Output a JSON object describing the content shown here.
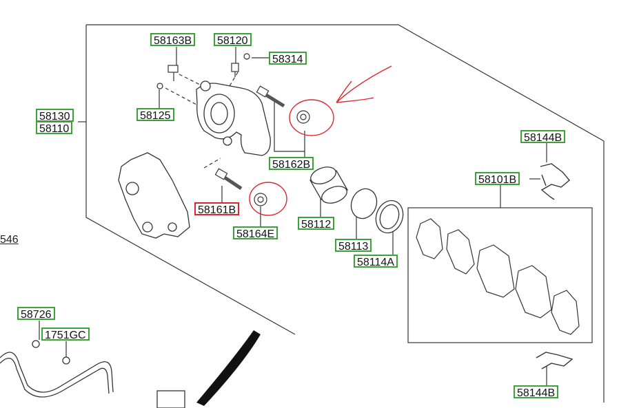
{
  "colors": {
    "label_border": "#3aa335",
    "highlight_border": "#e0242a",
    "annotation": "#e0242a",
    "line": "#333333"
  },
  "labels": {
    "p58163B": "58163B",
    "p58120": "58120",
    "p58314": "58314",
    "p58130": "58130",
    "p58110": "58110",
    "p58125": "58125",
    "p58162B": "58162B",
    "p58144B_top": "58144B",
    "p58101B": "58101B",
    "p58161B": "58161B",
    "p58164E": "58164E",
    "p58112": "58112",
    "p58113": "58113",
    "p58114A": "58114A",
    "p58726": "58726",
    "p1751GC": "1751GC",
    "p58144B_bottom": "58144B",
    "edge_fragment": "546"
  }
}
